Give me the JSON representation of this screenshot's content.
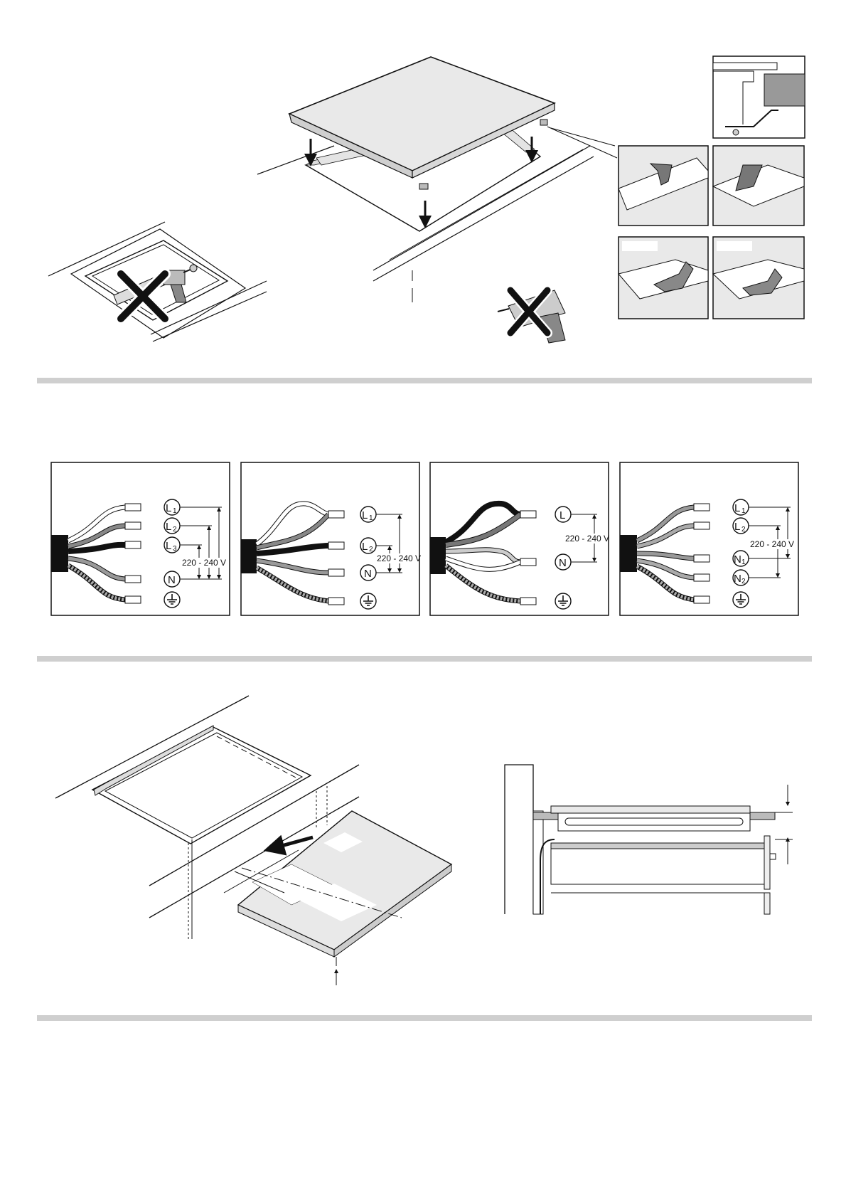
{
  "wiring": {
    "voltage_label": "220 - 240 V",
    "panel1": {
      "t1": "L",
      "s1": "1",
      "t2": "L",
      "s2": "2",
      "t3": "L",
      "s3": "3",
      "t4": "N"
    },
    "panel2": {
      "t1": "L",
      "s1": "1",
      "t2": "L",
      "s2": "2",
      "t3": "N"
    },
    "panel3": {
      "t1": "L",
      "t2": "N"
    },
    "panel4": {
      "t1": "L",
      "s1": "1",
      "t2": "L",
      "s2": "2",
      "t3": "N",
      "s3": "1",
      "t4": "N",
      "s4": "2"
    }
  },
  "colors": {
    "separator": "#cfcfcf",
    "panel_fill": "#e9e9e9",
    "line": "#111111"
  },
  "icons": {
    "earth": "earth-ground-icon",
    "prohibited": "x-mark-icon"
  }
}
